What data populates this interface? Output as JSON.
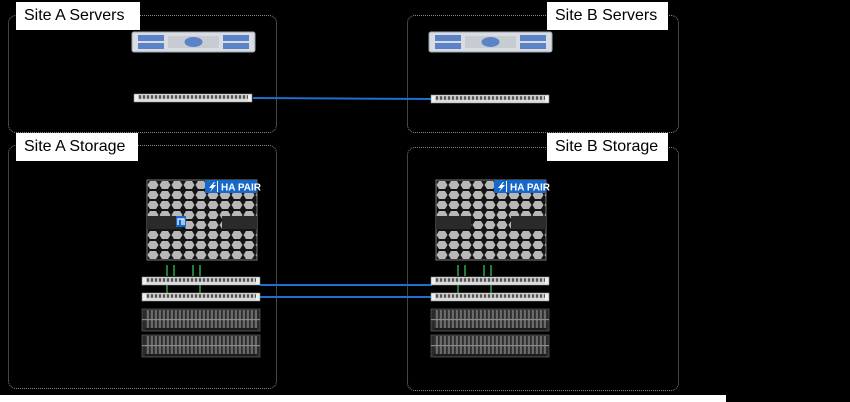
{
  "site_a": {
    "servers_label": "Site A Servers",
    "storage_label": "Site A Storage",
    "ha_badge": "HA PAIR"
  },
  "site_b": {
    "servers_label": "Site B Servers",
    "storage_label": "Site B Storage",
    "ha_badge": "HA PAIR"
  },
  "colors": {
    "link": "#1f6fd1",
    "badge": "#1769c9",
    "cable": "#2aa84a",
    "zone_border": "#8a8a8a"
  },
  "icons": {
    "server": "rack-server-icon",
    "switch": "network-switch-icon",
    "controller": "storage-controller-icon",
    "shelf": "disk-shelf-icon",
    "logo": "netapp-logo-icon",
    "lightning": "lightning-bolt-icon"
  }
}
